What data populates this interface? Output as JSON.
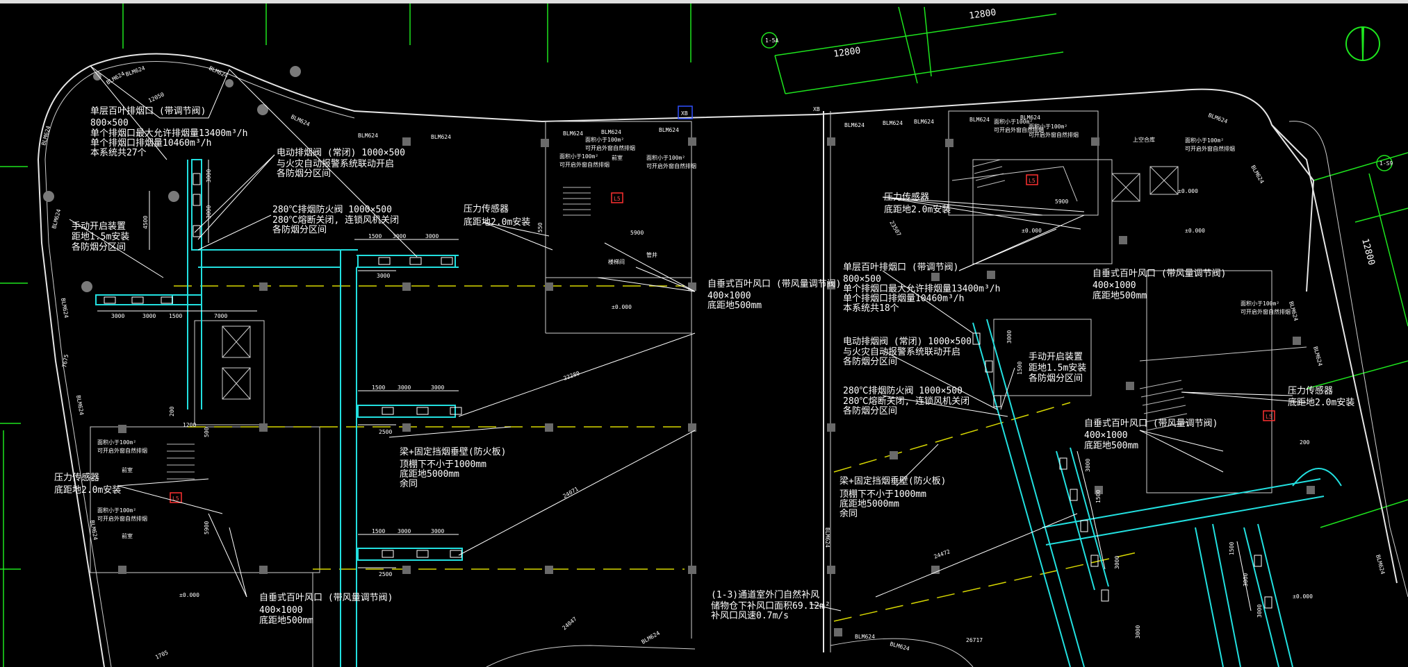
{
  "grid_labels": {
    "a": "1-5A",
    "b": "1-S9"
  },
  "dims": {
    "top1": "12800",
    "top2": "12800",
    "right": "12800",
    "d12050": "12050",
    "d22280": "22280",
    "d24071": "24071",
    "d24047": "24047",
    "d23507": "23507",
    "d24472": "24472",
    "d26717": "26717",
    "d7675": "7675",
    "d1705": "1705",
    "d4500": "4500",
    "d3000": "3000",
    "d1500": "1500",
    "d2500": "2500",
    "d7000": "7000",
    "d200": "200",
    "d1200": "1200",
    "d500": "500",
    "d550": "550",
    "d5900": "5900"
  },
  "louver": "BLM624",
  "col_tag": "XB",
  "notes": {
    "exhaust_l1": "单层百叶排烟口 (带调节阀)",
    "exhaust_l2": "800×500",
    "exhaust_l3": "单个排烟口最大允许排烟量13400m³/h",
    "exhaust_l4": "单个排烟口排烟量10460m³/h",
    "exhaust_l5a": "本系统共27个",
    "exhaust_l5b": "本系统共18个",
    "valve_l1": "电动排烟阀 (常闭)   1000×500",
    "valve_l2": "与火灾自动报警系统联动开启",
    "valve_l3": "各防烟分区间",
    "fire_l1": "280℃排烟防火阀   1000×500",
    "fire_l2": "280℃熔断关闭, 连锁风机关闭",
    "fire_l3": "各防烟分区间",
    "manual_l1": "手动开启装置",
    "manual_l2": "距地1.5m安装",
    "manual_l3": "各防烟分区间",
    "press_l1": "压力传感器",
    "press_l2": "底距地2.0m安装",
    "auto_l1": "自垂式百叶风口   (带风量调节阀)",
    "auto_l2": "400×1000",
    "auto_l3": "底距地500mm",
    "beam_l1": "梁+固定挡烟垂壁(防火板)",
    "beam_l2": "顶棚下不小于1000mm",
    "beam_l3": "底距地5000mm",
    "beam_l4": "余同",
    "door_l1": "(1-3)通道室外门自然补风",
    "door_l2": "储物仓下补风口面积69.12m²",
    "door_l3": "补风口风速0.7m/s",
    "room_a": "面积小于100m²",
    "room_b": "可开启外窗自然排烟",
    "room_c": "前室",
    "room_d": "上空合库",
    "room_e": "楼梯间",
    "elev": "±0.000",
    "rooms": "管井",
    "tagL": "L5"
  }
}
